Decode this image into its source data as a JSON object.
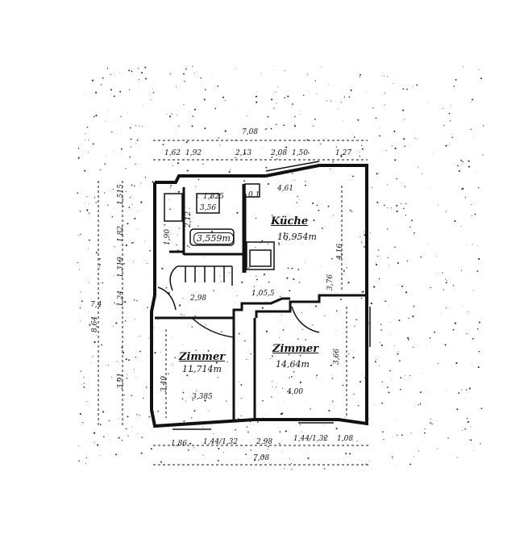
{
  "plan": {
    "rooms": [
      {
        "id": "kueche",
        "name": "Küche",
        "area": "16,954m"
      },
      {
        "id": "zimmer1",
        "name": "Zimmer",
        "area": "11,714m"
      },
      {
        "id": "zimmer2",
        "name": "Zimmer",
        "area": "14,64m"
      },
      {
        "id": "bad",
        "area": "3,559m"
      }
    ],
    "small_labels": {
      "ext_total_top": "7,08",
      "top_a": "1,62",
      "top_b": "1,92",
      "top_c": "2,13",
      "top_d": "2,08",
      "top_e": "1,50",
      "top_f": "1,27",
      "bad_label": "1,825",
      "bad_label2": "3,56",
      "kitchen_width": "4,61",
      "kitchen_height": "4,16",
      "stair_dim": "2,98",
      "hall_dim": "1,05,5",
      "zimmer1_height": "3,49",
      "zimmer1_width": "3,385",
      "zimmer2_height": "3,66",
      "zimmer2_width": "4,00",
      "left_total": "8,64",
      "left_a": "1,24",
      "left_b": "1,319",
      "left_c": "1,82",
      "left_d": "1,515",
      "left_e": "3,91",
      "bottom_a": "1,86",
      "bottom_b": "1,44/1,32",
      "bottom_c": "2,98",
      "bottom_d": "1,44/1,32",
      "bottom_e": "1,08",
      "bottom_total": "7,08",
      "left_corner": "7,4",
      "right_dim": "3,76",
      "wc_dim": "1,90",
      "small_a": "2,12",
      "small_b": "0,1"
    }
  }
}
